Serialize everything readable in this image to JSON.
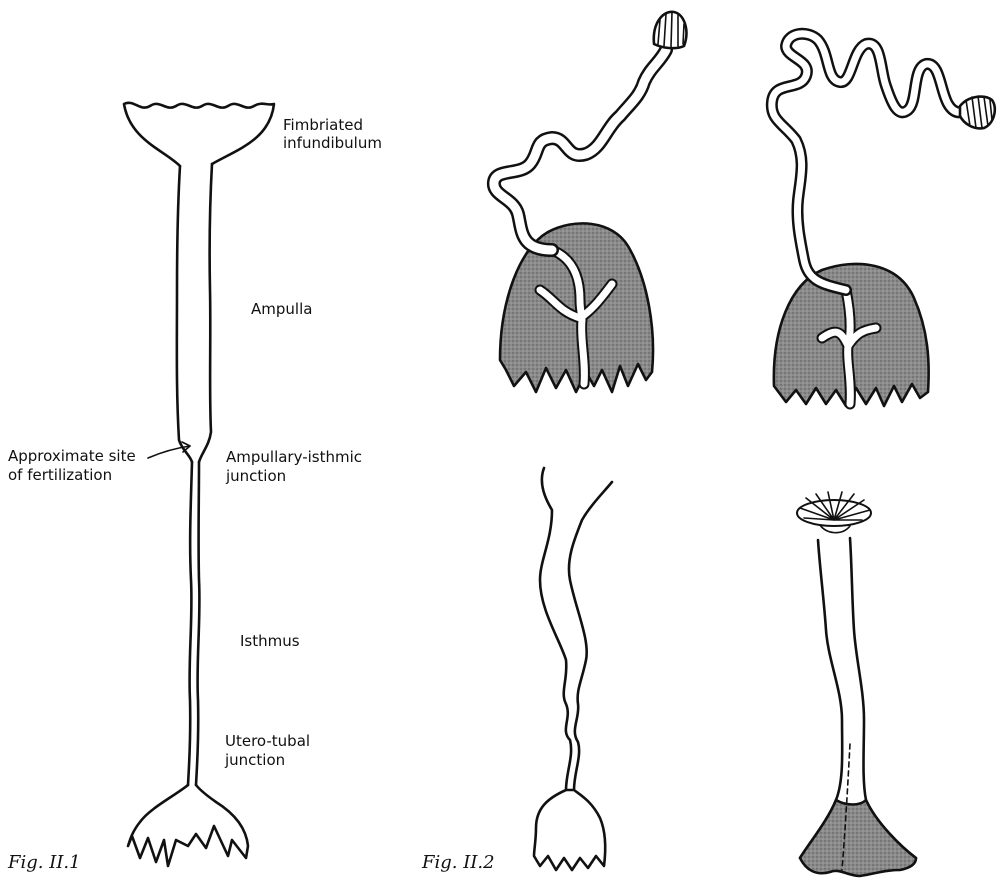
{
  "fig1": {
    "caption": "Fig. II.1",
    "labels": {
      "fimbriated_line1": "Fimbriated",
      "fimbriated_line2": "infundibulum",
      "ampulla": "Ampulla",
      "fertilization_line1": "Approximate site",
      "fertilization_line2": "of fertilization",
      "junction_line1": "Ampullary-isthmic",
      "junction_line2": "junction",
      "isthmus": "Isthmus",
      "utero_line1": "Utero-tubal",
      "utero_line2": "junction"
    }
  },
  "fig2": {
    "caption": "Fig. II.2"
  }
}
